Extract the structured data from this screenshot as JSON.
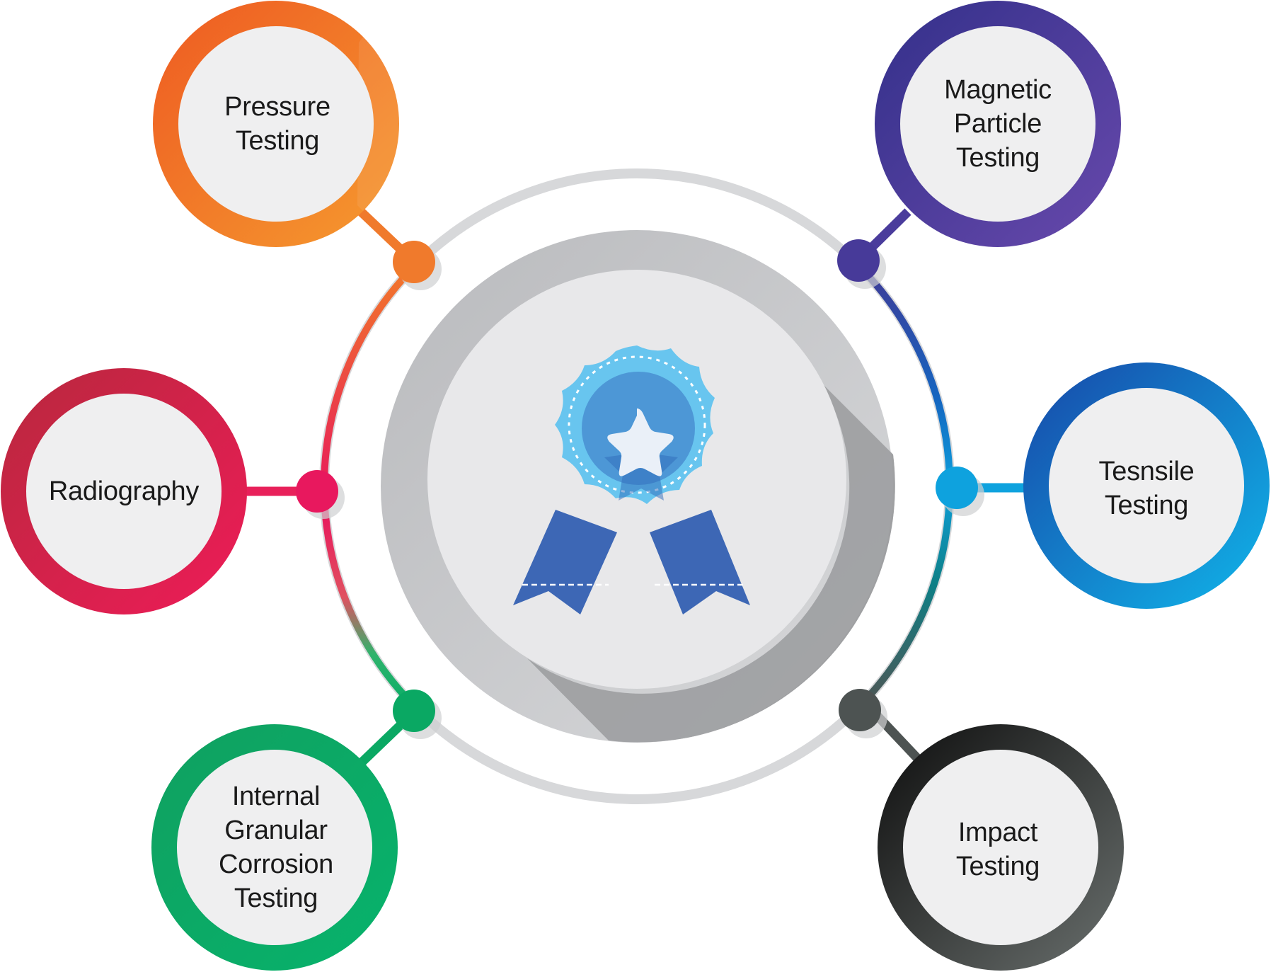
{
  "diagram": {
    "center_icon": "award-ribbon-star-icon",
    "nodes": [
      {
        "id": "pressure",
        "label": "Pressure\nTesting",
        "color": "#f06a22",
        "color2": "#f5902f",
        "icon": null
      },
      {
        "id": "radiography",
        "label": "Radiography",
        "color": "#d8233f",
        "color2": "#ea1f5a",
        "icon": null
      },
      {
        "id": "igc",
        "label": "Internal\nGranular\nCorrosion\nTesting",
        "color": "#0c9d5a",
        "color2": "#09b06a",
        "icon": null
      },
      {
        "id": "magnetic",
        "label": "Magnetic\nParticle\nTesting",
        "color": "#3b338f",
        "color2": "#5b45a8",
        "icon": null
      },
      {
        "id": "tensile",
        "label": "Tesnsile\nTesting",
        "color": "#1662c0",
        "color2": "#13a7e2",
        "icon": null
      },
      {
        "id": "impact",
        "label": "Impact\nTesting",
        "color": "#1c1c1c",
        "color2": "#5d6361",
        "icon": null
      }
    ],
    "colors": {
      "ring_gray": "#d7d8da",
      "center_outer": "#c9cacc",
      "center_inner": "#e8e8ea",
      "node_fill": "#efeff0",
      "shadow": "#a9aaab",
      "badge_light": "#68c5ef",
      "badge_mid": "#4d97d6",
      "badge_ribbon": "#3d67b5",
      "star": "#eaf0f8"
    }
  }
}
